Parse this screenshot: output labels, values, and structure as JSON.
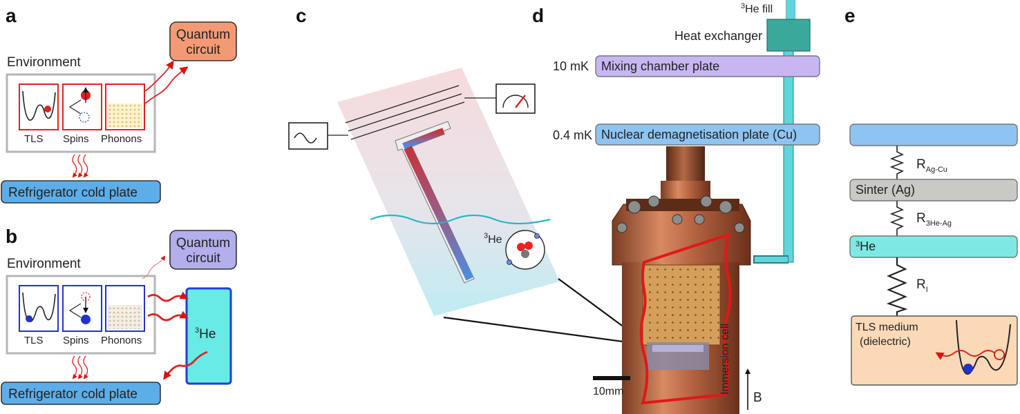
{
  "panels": {
    "a": {
      "label": "a",
      "environment": "Environment",
      "circuit_line1": "Quantum",
      "circuit_line2": "circuit",
      "tls": "TLS",
      "spins": "Spins",
      "phonons": "Phonons",
      "cold_plate": "Refrigerator cold plate",
      "circuit_color": "#f39a74"
    },
    "b": {
      "label": "b",
      "environment": "Environment",
      "circuit_line1": "Quantum",
      "circuit_line2": "circuit",
      "tls": "TLS",
      "spins": "Spins",
      "phonons": "Phonons",
      "cold_plate": "Refrigerator cold plate",
      "he3_sup": "3",
      "he3": "He",
      "circuit_color": "#b3aeec",
      "he3_color": "#68eae6"
    },
    "c": {
      "label": "c",
      "he3_sup": "3",
      "he3": "He"
    },
    "d": {
      "label": "d",
      "he3_fill_sup": "3",
      "he3_fill": "He fill",
      "heat_exchanger": "Heat exchanger",
      "mixing_temp": "10 mK",
      "mixing_plate": "Mixing chamber plate",
      "nuclear_temp": "0.4 mK",
      "nuclear_plate": "Nuclear demagnetisation plate (Cu)",
      "immersion_cell": "Immersion cell",
      "scale": "10mm",
      "field": "B",
      "mixing_color": "#c8b6f2",
      "nuclear_color": "#8ec4f2",
      "line_color": "#5fd6dc"
    },
    "e": {
      "label": "e",
      "sinter": "Sinter (Ag)",
      "r1_main": "R",
      "r1_sub": "Ag-Cu",
      "r2_main": "R",
      "r2_sub": "3He-Ag",
      "he3_sup": "3",
      "he3": "He",
      "r3_main": "R",
      "r3_sub": "I",
      "tls_line1": "TLS medium",
      "tls_line2": "(dielectric)",
      "top_color": "#8ec4f2",
      "sinter_color": "#c9cac6",
      "he3_color": "#7ee9e4",
      "tls_color": "#fcd9b6"
    }
  }
}
